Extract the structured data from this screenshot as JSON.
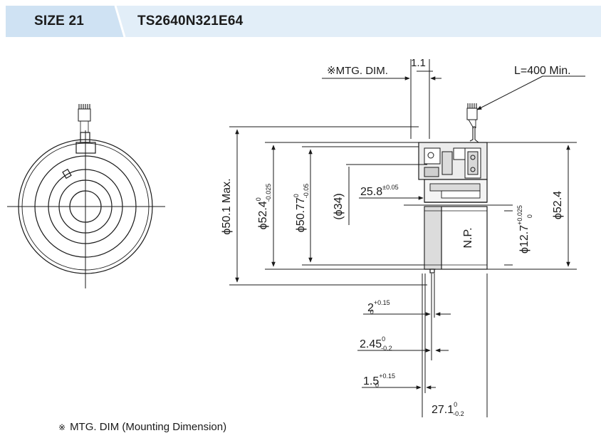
{
  "header": {
    "size_label": "SIZE 21",
    "model_label": "TS2640N321E64"
  },
  "drawing": {
    "mtg_dim": "※MTG. DIM.",
    "gap_top": "1.1",
    "lead_length": "L=400 Min.",
    "dia_max": "ϕ50.1 Max.",
    "dia_52_4_main": "ϕ52.4",
    "dia_52_4_sup": "0",
    "dia_52_4_sub": "-0.025",
    "dia_50_77_main": "ϕ50.77",
    "dia_50_77_sup": "0",
    "dia_50_77_sub": "-0.05",
    "dia_34": "(ϕ34)",
    "len_25_8_main": "25.8",
    "len_25_8_sup": "±0.05",
    "np_label": "N.P.",
    "dia_12_7_main": "ϕ12.7",
    "dia_12_7_sup": "+0.025",
    "dia_12_7_sub": "0",
    "dia_right": "ϕ52.4",
    "dim_2_main": "2",
    "dim_2_sup": "+0.15",
    "dim_2_sub": "0",
    "dim_2_45_main": "2.45",
    "dim_2_45_sup": "0",
    "dim_2_45_sub": "-0.2",
    "dim_1_5_main": "1.5",
    "dim_1_5_sup": "+0.15",
    "dim_1_5_sub": "0",
    "dim_27_1_main": "27.1",
    "dim_27_1_sup": "0",
    "dim_27_1_sub": "-0.2"
  },
  "footnote": {
    "star": "※",
    "text": "MTG. DIM (Mounting Dimension)"
  }
}
